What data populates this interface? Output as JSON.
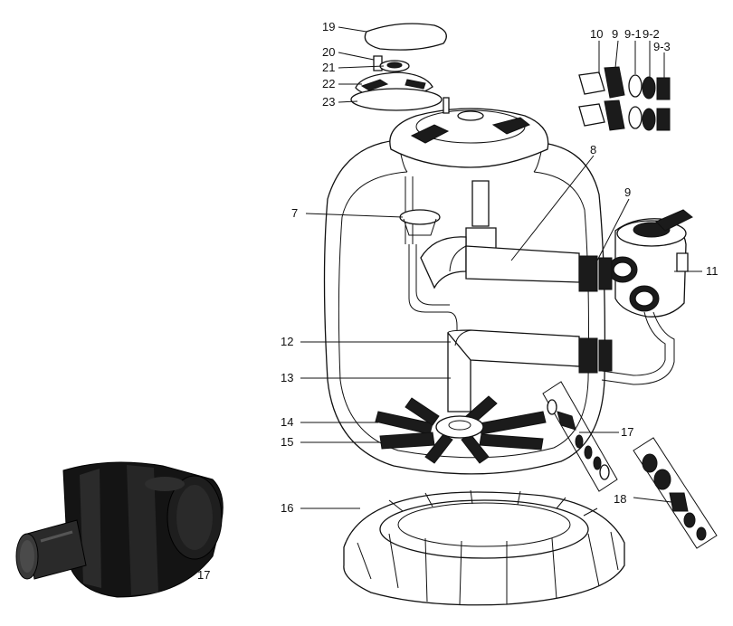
{
  "diagram": {
    "labels": {
      "l19": "19",
      "l20": "20",
      "l21": "21",
      "l22": "22",
      "l23": "23",
      "l10": "10",
      "l9a": "9",
      "l9_1": "9-1",
      "l9_2": "9-2",
      "l9_3": "9-3",
      "l8": "8",
      "l9b": "9",
      "l7": "7",
      "l11": "11",
      "l12": "12",
      "l13": "13",
      "l14": "14",
      "l15": "15",
      "l16": "16",
      "l17": "17",
      "l18": "18"
    },
    "photo_caption": "17"
  }
}
